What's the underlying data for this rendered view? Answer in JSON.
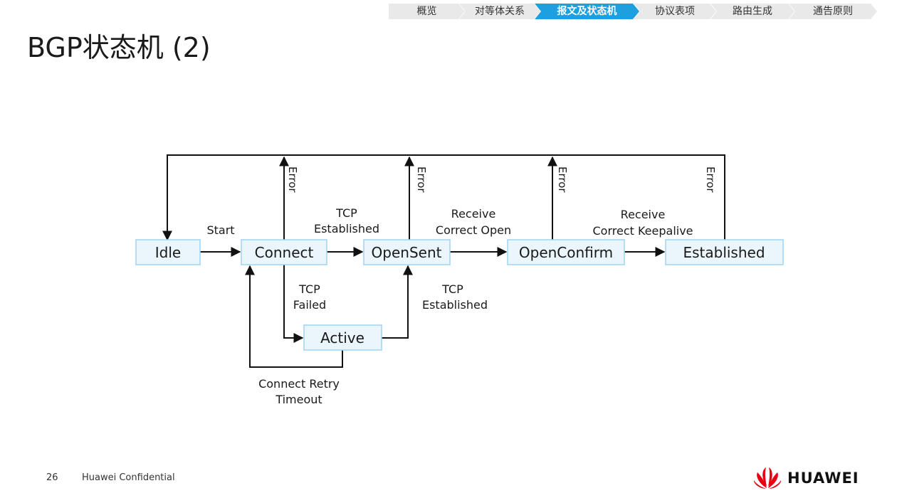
{
  "nav": {
    "items": [
      "概览",
      "对等体关系",
      "报文及状态机",
      "协议表项",
      "路由生成",
      "通告原则"
    ],
    "active_index": 2
  },
  "title": "BGP状态机 (2)",
  "states": {
    "idle": "Idle",
    "connect": "Connect",
    "opensent": "OpenSent",
    "openconfirm": "OpenConfirm",
    "established": "Established",
    "active": "Active"
  },
  "labels": {
    "start": "Start",
    "tcp_established_1": [
      "TCP",
      "Established"
    ],
    "receive_open": [
      "Receive",
      "Correct Open"
    ],
    "receive_keepalive": [
      "Receive",
      "Correct Keepalive"
    ],
    "tcp_failed": [
      "TCP",
      "Failed"
    ],
    "tcp_established_2": [
      "TCP",
      "Established"
    ],
    "retry_timeout": [
      "Connect Retry",
      "Timeout"
    ],
    "error": "Error"
  },
  "footer": {
    "page_number": "26",
    "confidential": "Huawei Confidential",
    "brand": "HUAWEI"
  },
  "colors": {
    "accent": "#1e9fe0",
    "box_fill": "#eaf5fc",
    "box_border": "#9fd3f0",
    "logo_red": "#e60012"
  }
}
